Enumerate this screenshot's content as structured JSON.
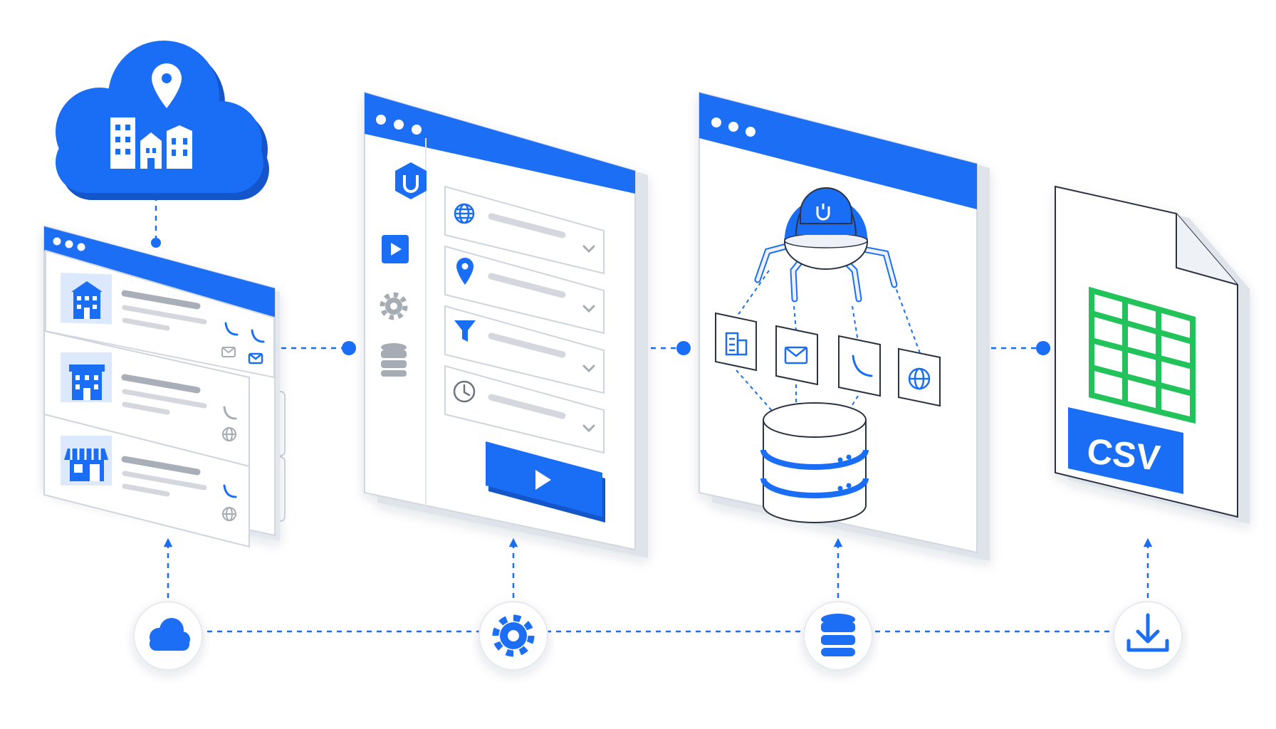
{
  "colors": {
    "accent": "#1a6ef5",
    "accent_dark": "#1456c9",
    "panel": "#ffffff",
    "panel_edge": "#dfe3ea",
    "outline": "#2a3342",
    "placeholder": "#d4d8de",
    "placeholder_dark": "#a9afb8",
    "icon_grey": "#a6acb4",
    "sheet_green": "#23c35b",
    "connector": "#1a6ef5"
  },
  "stages": [
    {
      "id": "source",
      "icon": "cloud-icon"
    },
    {
      "id": "configure",
      "icon": "gear-icon"
    },
    {
      "id": "extract",
      "icon": "database-icon"
    },
    {
      "id": "export",
      "icon": "download-icon"
    }
  ],
  "source_window": {
    "cloud_icon": "cloud-buildings-pin-icon",
    "listings": [
      {
        "icon": "building-icon",
        "contact_icons": [
          "phone-icon",
          "email-icon"
        ]
      },
      {
        "icon": "office-building-icon",
        "contact_icons": [
          "phone-icon",
          "globe-icon"
        ]
      },
      {
        "icon": "storefront-icon",
        "contact_icons": [
          "phone-icon",
          "globe-icon"
        ]
      }
    ]
  },
  "config_window": {
    "sidebar_icons": [
      "logo-icon",
      "play-icon",
      "gear-icon",
      "database-icon"
    ],
    "fields": [
      {
        "icon": "globe-icon"
      },
      {
        "icon": "map-pin-icon"
      },
      {
        "icon": "filter-icon"
      },
      {
        "icon": "clock-icon"
      }
    ],
    "run_icon": "play-icon"
  },
  "scraper_window": {
    "robot_icon": "spider-robot-icon",
    "data_cards": [
      "building-icon",
      "email-icon",
      "phone-icon",
      "globe-icon"
    ],
    "storage_icon": "database-icon"
  },
  "export_file": {
    "format_label": "CSV",
    "sheet_icon": "spreadsheet-icon"
  }
}
